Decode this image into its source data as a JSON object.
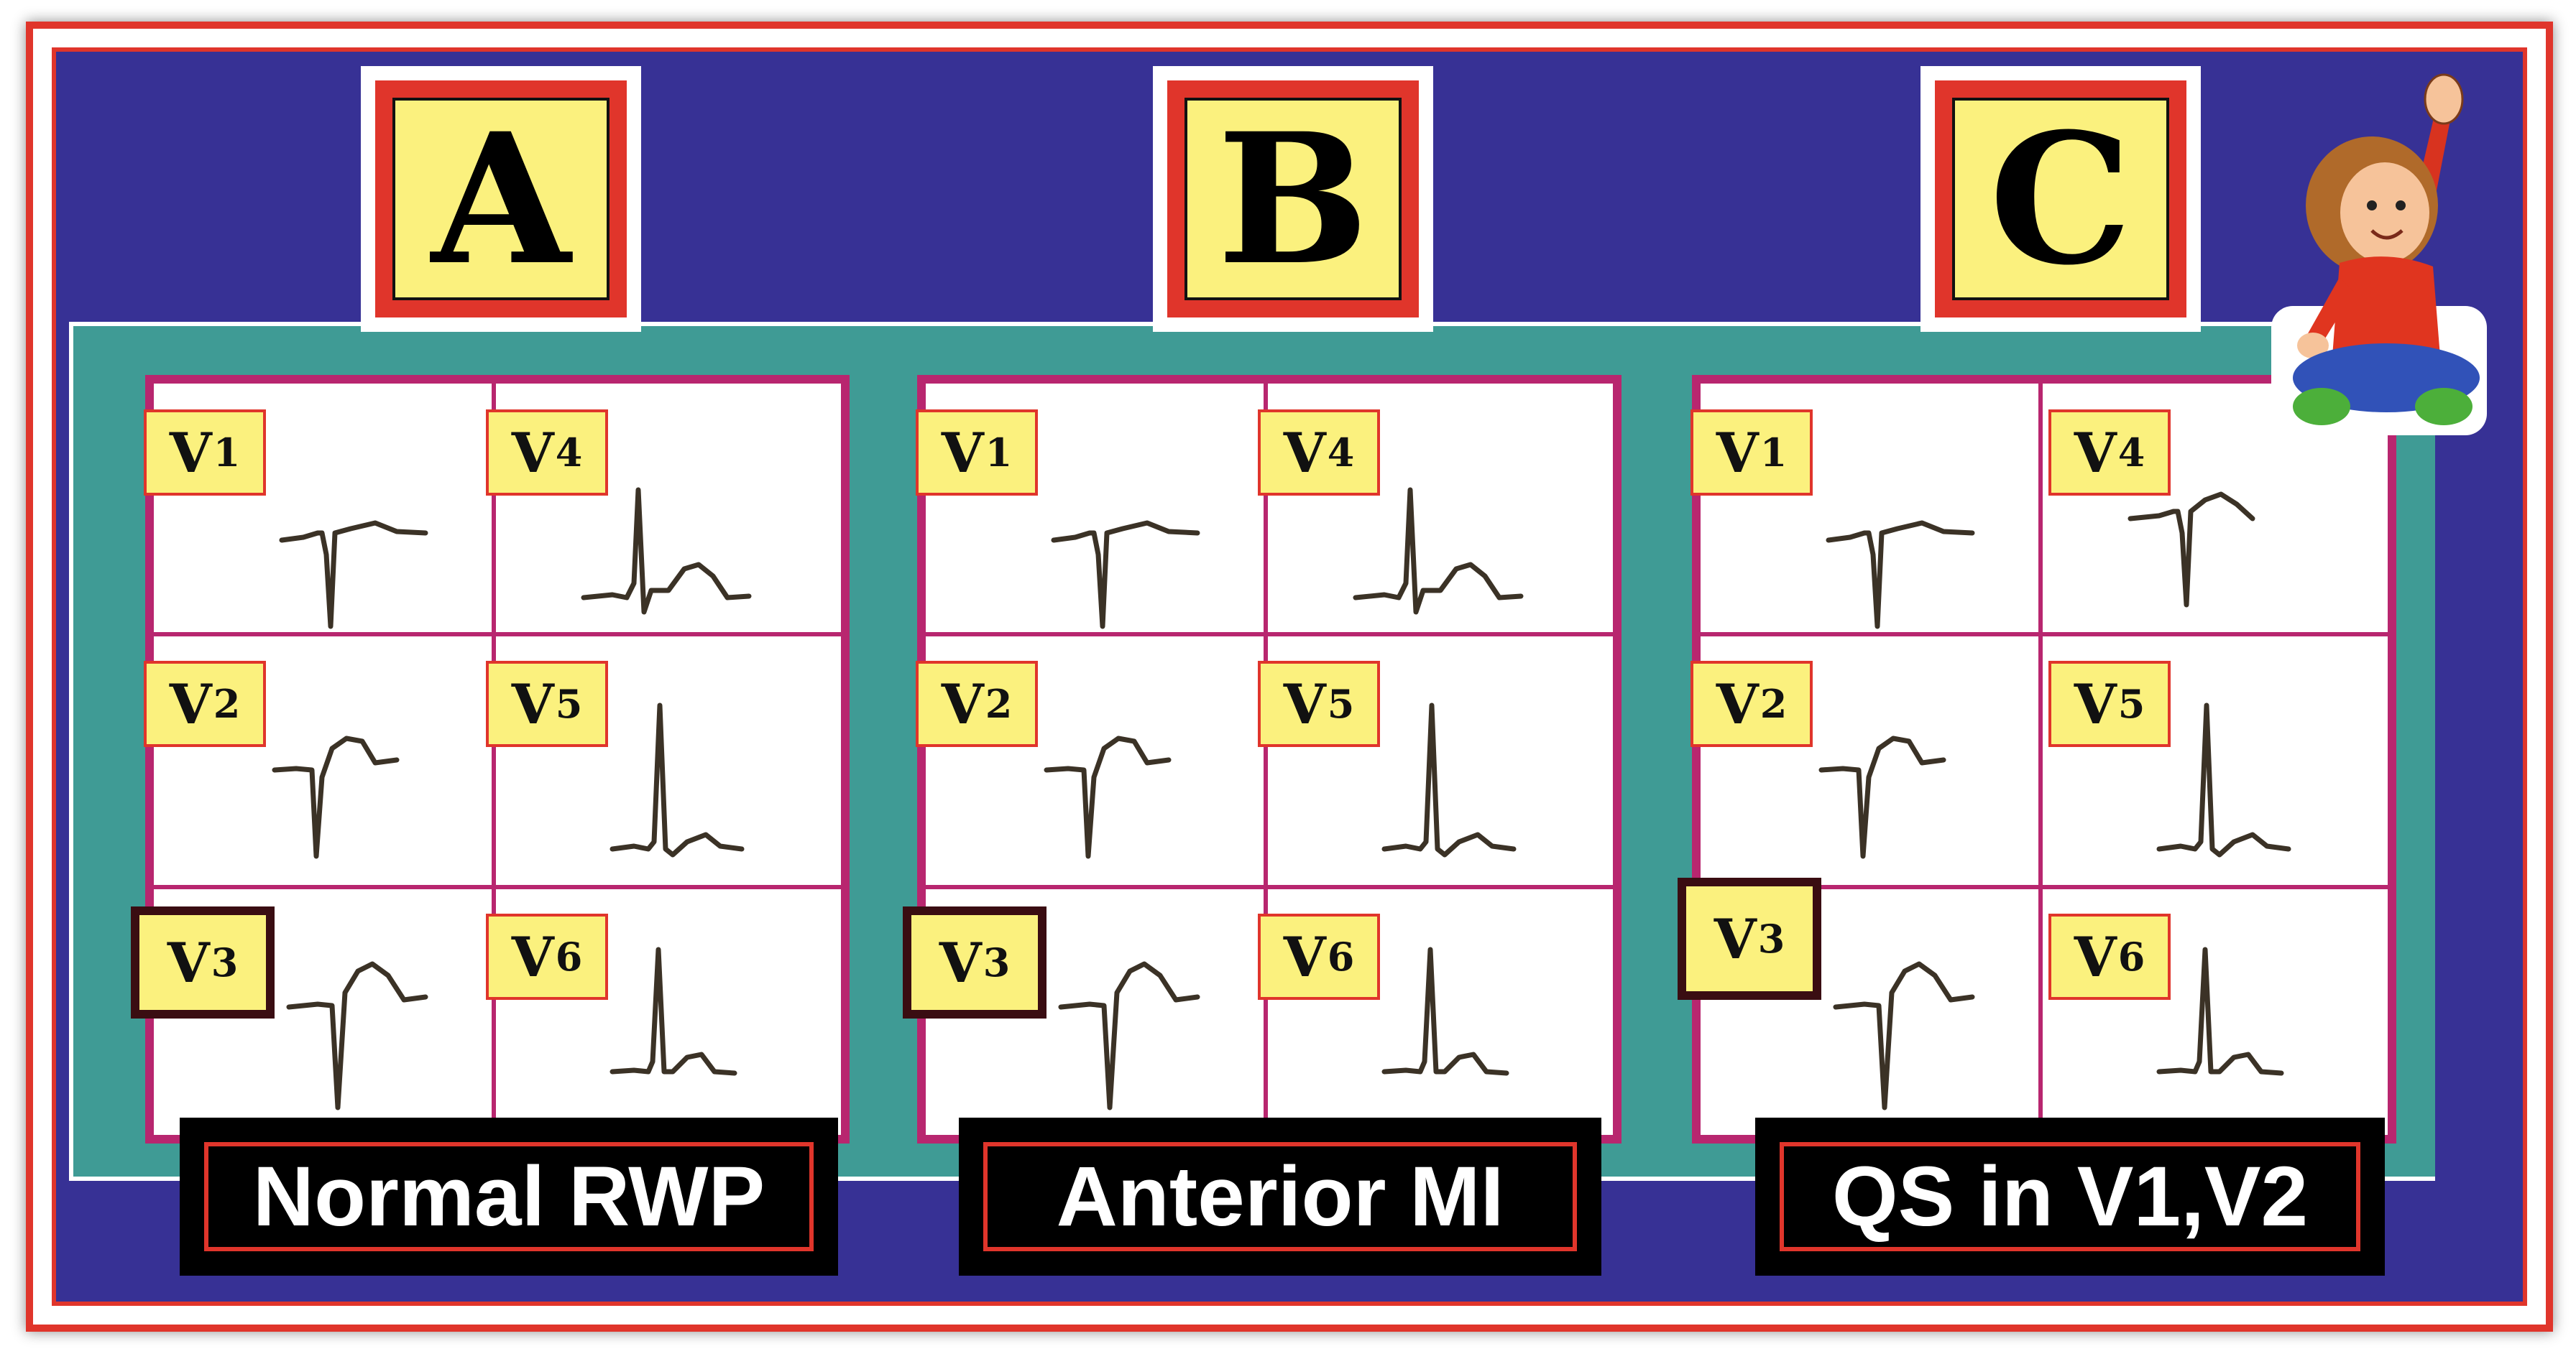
{
  "panels": [
    {
      "letter": "A",
      "caption": "Normal RWP",
      "leads": [
        {
          "lead": "V",
          "num": "1"
        },
        {
          "lead": "V",
          "num": "2"
        },
        {
          "lead": "V",
          "num": "3"
        },
        {
          "lead": "V",
          "num": "4"
        },
        {
          "lead": "V",
          "num": "5"
        },
        {
          "lead": "V",
          "num": "6"
        }
      ]
    },
    {
      "letter": "B",
      "caption": "Anterior MI",
      "leads": [
        {
          "lead": "V",
          "num": "1"
        },
        {
          "lead": "V",
          "num": "2"
        },
        {
          "lead": "V",
          "num": "3"
        },
        {
          "lead": "V",
          "num": "4"
        },
        {
          "lead": "V",
          "num": "5"
        },
        {
          "lead": "V",
          "num": "6"
        }
      ]
    },
    {
      "letter": "C",
      "caption": "QS in V1,V2",
      "leads": [
        {
          "lead": "V",
          "num": "1"
        },
        {
          "lead": "V",
          "num": "2"
        },
        {
          "lead": "V",
          "num": "3"
        },
        {
          "lead": "V",
          "num": "4"
        },
        {
          "lead": "V",
          "num": "5"
        },
        {
          "lead": "V",
          "num": "6"
        }
      ]
    }
  ],
  "colors": {
    "background": "#373195",
    "border_red": "#e0352b",
    "teal": "#3f9b95",
    "grid_magenta": "#b8266f",
    "label_yellow": "#fbf17e"
  },
  "icons": [
    "girl-raising-hand-illustration"
  ]
}
